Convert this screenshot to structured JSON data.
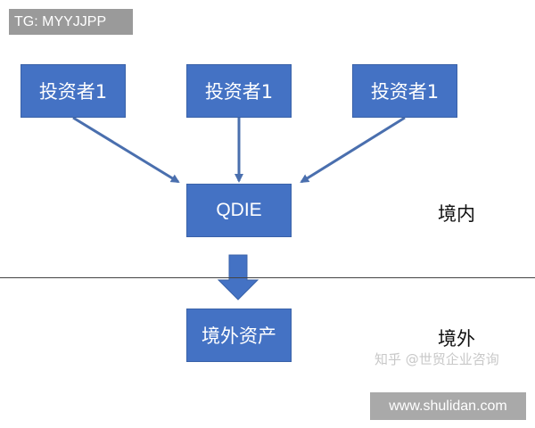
{
  "tag_label": "TG: MYYJJPP",
  "investors": [
    "投资者1",
    "投资者1",
    "投资者1"
  ],
  "qdie_label": "QDIE",
  "asset_label": "境外资产",
  "regions": {
    "domestic": "境内",
    "overseas": "境外"
  },
  "watermark": "知乎 @世贸企业咨询",
  "site": "www.shulidan.com",
  "colors": {
    "box": "#4472c4",
    "arrow": "#4a6fae",
    "tag_bg": "#9a9a9a"
  }
}
